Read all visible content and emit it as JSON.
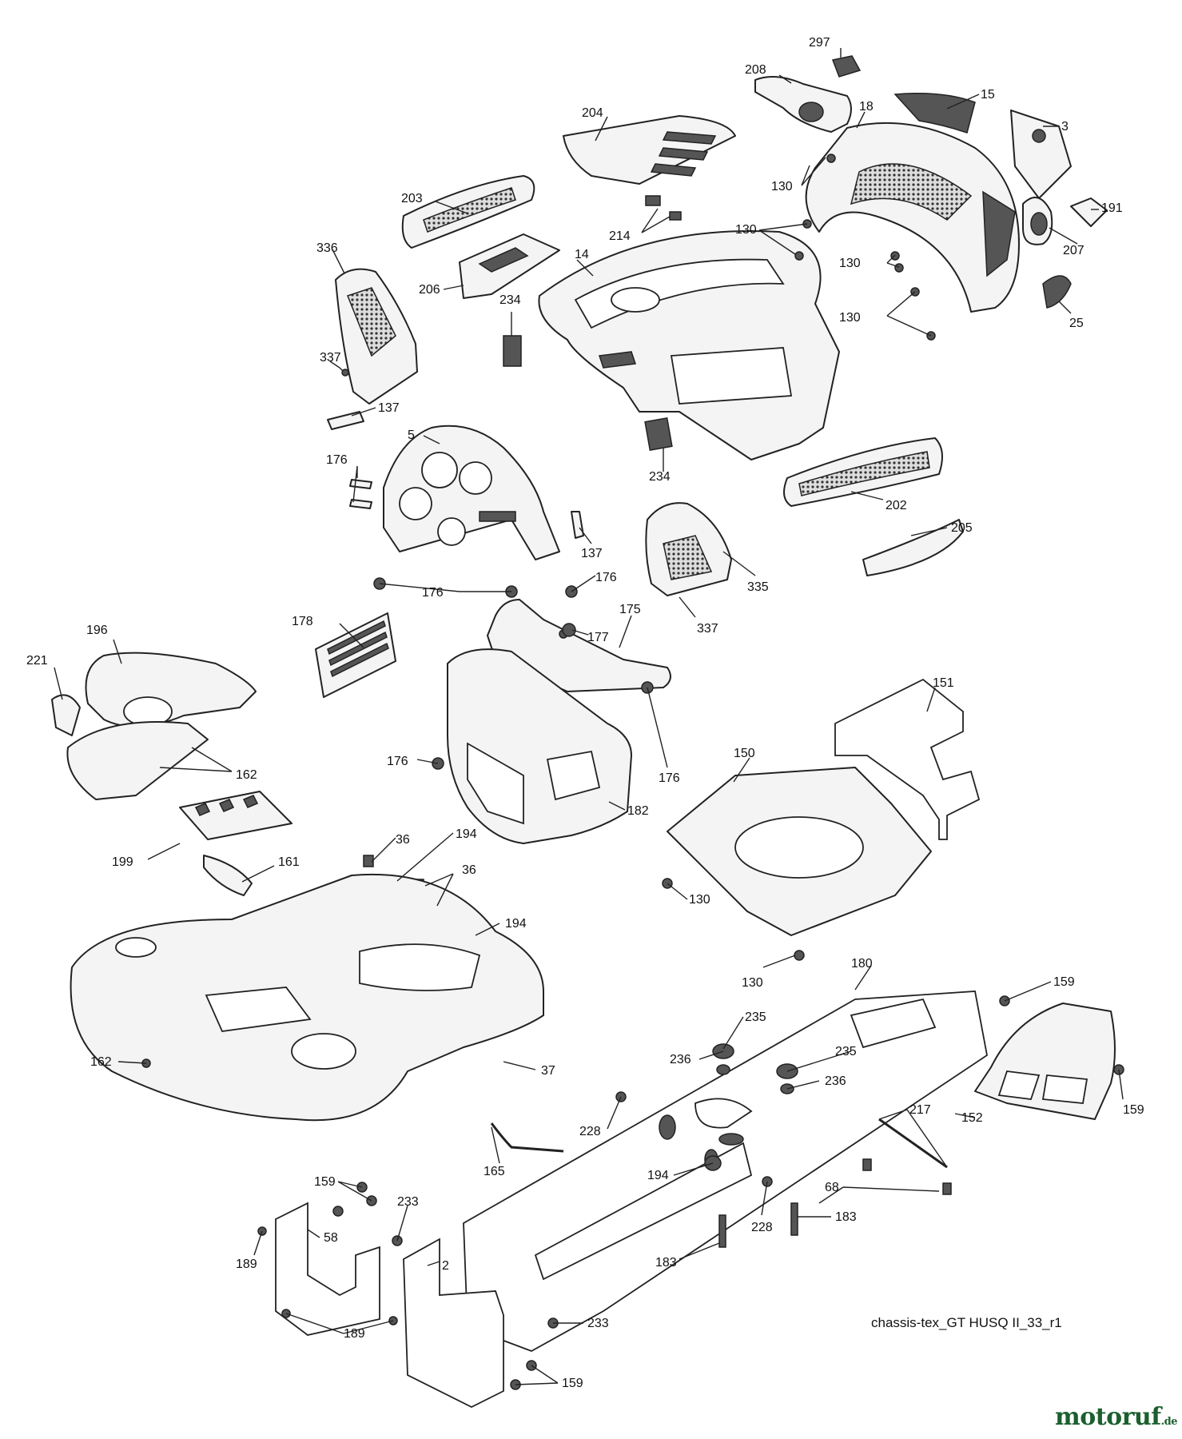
{
  "credit": "chassis-tex_GT HUSQ II_33_r1",
  "logo": {
    "text": "motoruf",
    "suffix": ".de"
  },
  "callouts": [
    {
      "id": "c297",
      "text": "297"
    },
    {
      "id": "c208",
      "text": "208"
    },
    {
      "id": "c15",
      "text": "15"
    },
    {
      "id": "c18",
      "text": "18"
    },
    {
      "id": "c3",
      "text": "3"
    },
    {
      "id": "c204",
      "text": "204"
    },
    {
      "id": "c130a",
      "text": "130"
    },
    {
      "id": "c203",
      "text": "203"
    },
    {
      "id": "c214",
      "text": "214"
    },
    {
      "id": "c130b",
      "text": "130"
    },
    {
      "id": "c191",
      "text": "191"
    },
    {
      "id": "c207",
      "text": "207"
    },
    {
      "id": "c336",
      "text": "336"
    },
    {
      "id": "c14",
      "text": "14"
    },
    {
      "id": "c130c",
      "text": "130"
    },
    {
      "id": "c206",
      "text": "206"
    },
    {
      "id": "c234a",
      "text": "234"
    },
    {
      "id": "c25",
      "text": "25"
    },
    {
      "id": "c130d",
      "text": "130"
    },
    {
      "id": "c337a",
      "text": "337"
    },
    {
      "id": "c137a",
      "text": "137"
    },
    {
      "id": "c5",
      "text": "5"
    },
    {
      "id": "c176a",
      "text": "176"
    },
    {
      "id": "c234b",
      "text": "234"
    },
    {
      "id": "c202",
      "text": "202"
    },
    {
      "id": "c205",
      "text": "205"
    },
    {
      "id": "c137b",
      "text": "137"
    },
    {
      "id": "c335",
      "text": "335"
    },
    {
      "id": "c176b",
      "text": "176"
    },
    {
      "id": "c176c",
      "text": "176"
    },
    {
      "id": "c178",
      "text": "178"
    },
    {
      "id": "c175",
      "text": "175"
    },
    {
      "id": "c196",
      "text": "196"
    },
    {
      "id": "c177",
      "text": "177"
    },
    {
      "id": "c337b",
      "text": "337"
    },
    {
      "id": "c221",
      "text": "221"
    },
    {
      "id": "c151",
      "text": "151"
    },
    {
      "id": "c162a",
      "text": "162"
    },
    {
      "id": "c176d",
      "text": "176"
    },
    {
      "id": "c176e",
      "text": "176"
    },
    {
      "id": "c150",
      "text": "150"
    },
    {
      "id": "c182",
      "text": "182"
    },
    {
      "id": "c199",
      "text": "199"
    },
    {
      "id": "c36a",
      "text": "36"
    },
    {
      "id": "c194a",
      "text": "194"
    },
    {
      "id": "c161",
      "text": "161"
    },
    {
      "id": "c36b",
      "text": "36"
    },
    {
      "id": "c130e",
      "text": "130"
    },
    {
      "id": "c194b",
      "text": "194"
    },
    {
      "id": "c130f",
      "text": "130"
    },
    {
      "id": "c180",
      "text": "180"
    },
    {
      "id": "c159a",
      "text": "159"
    },
    {
      "id": "c235a",
      "text": "235"
    },
    {
      "id": "c162b",
      "text": "162"
    },
    {
      "id": "c236a",
      "text": "236"
    },
    {
      "id": "c235b",
      "text": "235"
    },
    {
      "id": "c236b",
      "text": "236"
    },
    {
      "id": "c37",
      "text": "37"
    },
    {
      "id": "c217",
      "text": "217"
    },
    {
      "id": "c152",
      "text": "152"
    },
    {
      "id": "c159b",
      "text": "159"
    },
    {
      "id": "c228a",
      "text": "228"
    },
    {
      "id": "c165",
      "text": "165"
    },
    {
      "id": "c194c",
      "text": "194"
    },
    {
      "id": "c68",
      "text": "68"
    },
    {
      "id": "c159c",
      "text": "159"
    },
    {
      "id": "c233a",
      "text": "233"
    },
    {
      "id": "c58",
      "text": "58"
    },
    {
      "id": "c228b",
      "text": "228"
    },
    {
      "id": "c183a",
      "text": "183"
    },
    {
      "id": "c189a",
      "text": "189"
    },
    {
      "id": "c2",
      "text": "2"
    },
    {
      "id": "c183b",
      "text": "183"
    },
    {
      "id": "c189b",
      "text": "189"
    },
    {
      "id": "c233b",
      "text": "233"
    },
    {
      "id": "c159d",
      "text": "159"
    }
  ]
}
